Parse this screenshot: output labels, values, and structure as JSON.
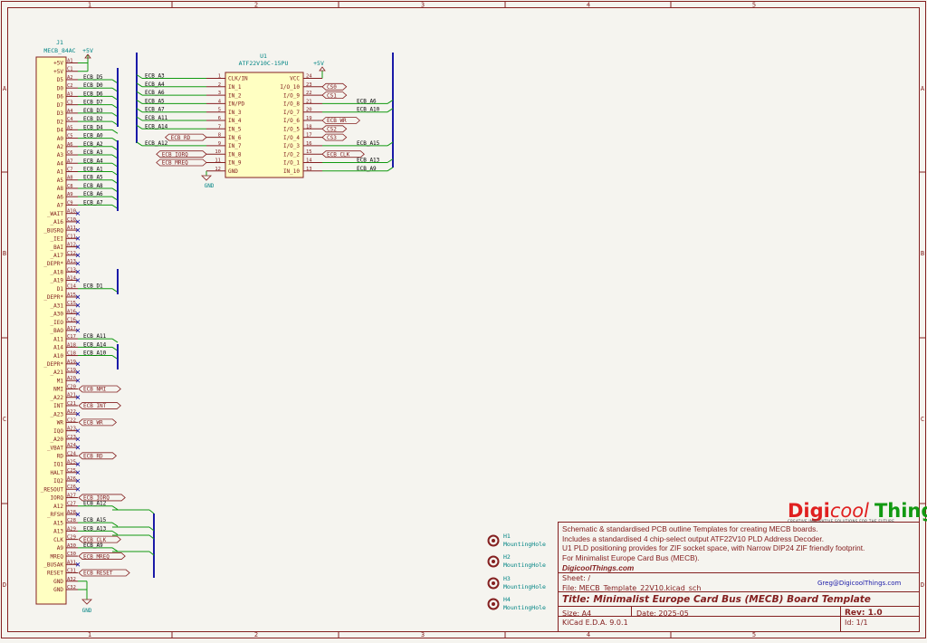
{
  "frame": {
    "columns": [
      "1",
      "2",
      "3",
      "4",
      "5"
    ],
    "rows": [
      "A",
      "B",
      "C",
      "D"
    ]
  },
  "j1": {
    "ref": "J1",
    "value": "MECB_84AC",
    "pwr_label": "+5V",
    "gnd_label": "GND",
    "pins": [
      {
        "name": "+5V",
        "num": "A1"
      },
      {
        "name": "+5V",
        "num": "C1"
      },
      {
        "name": "D5",
        "num": "A2",
        "net": "ECB_D5"
      },
      {
        "name": "D0",
        "num": "C2",
        "net": "ECB_D0"
      },
      {
        "name": "D6",
        "num": "A3",
        "net": "ECB_D6"
      },
      {
        "name": "D7",
        "num": "C3",
        "net": "ECB_D7"
      },
      {
        "name": "D3",
        "num": "A4",
        "net": "ECB_D3"
      },
      {
        "name": "D2",
        "num": "C4",
        "net": "ECB_D2"
      },
      {
        "name": "D4",
        "num": "A5",
        "net": "ECB_D4"
      },
      {
        "name": "A0",
        "num": "C5",
        "net": "ECB_A0"
      },
      {
        "name": "A2",
        "num": "A6",
        "net": "ECB_A2"
      },
      {
        "name": "A3",
        "num": "C6",
        "net": "ECB_A3"
      },
      {
        "name": "A4",
        "num": "A7",
        "net": "ECB_A4"
      },
      {
        "name": "A1",
        "num": "C7",
        "net": "ECB_A1"
      },
      {
        "name": "A5",
        "num": "A8",
        "net": "ECB_A5"
      },
      {
        "name": "A8",
        "num": "C8",
        "net": "ECB_A8"
      },
      {
        "name": "A6",
        "num": "A9",
        "net": "ECB_A6"
      },
      {
        "name": "A7",
        "num": "C9",
        "net": "ECB_A7"
      },
      {
        "name": "_WAIT",
        "num": "A10",
        "nc": true
      },
      {
        "name": "_A16",
        "num": "C10",
        "nc": true
      },
      {
        "name": "_BUSRQ",
        "num": "A11",
        "nc": true
      },
      {
        "name": "_IEI",
        "num": "C11",
        "nc": true
      },
      {
        "name": "_BAI",
        "num": "A12",
        "nc": true
      },
      {
        "name": "_A17",
        "num": "C12",
        "nc": true
      },
      {
        "name": "_DEPR*",
        "num": "A13",
        "nc": true
      },
      {
        "name": "_A18",
        "num": "C13",
        "nc": true
      },
      {
        "name": "_A19",
        "num": "A14",
        "nc": true
      },
      {
        "name": "D1",
        "num": "C14",
        "net": "ECB_D1"
      },
      {
        "name": "_DEPR*",
        "num": "A15",
        "nc": true
      },
      {
        "name": "_A31",
        "num": "C15",
        "nc": true
      },
      {
        "name": "_A30",
        "num": "A16",
        "nc": true
      },
      {
        "name": "_IEO",
        "num": "C16",
        "nc": true
      },
      {
        "name": "_BAO",
        "num": "A17",
        "nc": true
      },
      {
        "name": "A11",
        "num": "C17",
        "net": "ECB_A11"
      },
      {
        "name": "A14",
        "num": "A18",
        "net": "ECB_A14"
      },
      {
        "name": "A10",
        "num": "C18",
        "net": "ECB_A10"
      },
      {
        "name": "_DEPR*",
        "num": "A19",
        "nc": true
      },
      {
        "name": "_A21",
        "num": "C19",
        "nc": true
      },
      {
        "name": "M1",
        "num": "A20",
        "nc": true
      },
      {
        "name": "NMI",
        "num": "C20",
        "net": "ECB_NMI",
        "hier": true
      },
      {
        "name": "_A22",
        "num": "A21",
        "nc": true
      },
      {
        "name": "INT",
        "num": "C21",
        "net": "ECB_INT",
        "hier": true
      },
      {
        "name": "_A23",
        "num": "A22",
        "nc": true
      },
      {
        "name": "WR",
        "num": "C22",
        "net": "ECB_WR",
        "hier": true
      },
      {
        "name": "IQO",
        "num": "A23",
        "nc": true
      },
      {
        "name": "_A20",
        "num": "C23",
        "nc": true
      },
      {
        "name": "_VBAT",
        "num": "A24",
        "nc": true
      },
      {
        "name": "RD",
        "num": "C24",
        "net": "ECB_RD",
        "hier": true
      },
      {
        "name": "IQ1",
        "num": "A25",
        "nc": true
      },
      {
        "name": "HALT",
        "num": "C25",
        "nc": true
      },
      {
        "name": "IQ2",
        "num": "A26",
        "nc": true
      },
      {
        "name": "_RESOUT",
        "num": "C26",
        "nc": true
      },
      {
        "name": "IORQ",
        "num": "A27",
        "net": "ECB_IORQ",
        "hier": true
      },
      {
        "name": "A12",
        "num": "C27",
        "net": "ECB_A12"
      },
      {
        "name": "_RFSH",
        "num": "A28",
        "nc": true
      },
      {
        "name": "A15",
        "num": "C28",
        "net": "ECB_A15"
      },
      {
        "name": "A13",
        "num": "A29",
        "net": "ECB_A13"
      },
      {
        "name": "CLK",
        "num": "C29",
        "net": "ECB_CLK",
        "hier": true
      },
      {
        "name": "A9",
        "num": "A30",
        "net": "ECB_A9"
      },
      {
        "name": "MREQ",
        "num": "C30",
        "net": "ECB_MREQ",
        "hier": true
      },
      {
        "name": "_BUSAK",
        "num": "A31",
        "nc": true
      },
      {
        "name": "RESET",
        "num": "C31",
        "net": "ECB_RESET",
        "hier": true
      },
      {
        "name": "GND",
        "num": "A32"
      },
      {
        "name": "GND",
        "num": "C32"
      }
    ]
  },
  "u1": {
    "ref": "U1",
    "value": "ATF22V10C-15PU",
    "vcc_label": "+5V",
    "gnd_label": "GND",
    "left_pins": [
      {
        "num": "1",
        "name": "CLK/IN",
        "net": "ECB_A3"
      },
      {
        "num": "2",
        "name": "IN_1",
        "net": "ECB_A4"
      },
      {
        "num": "3",
        "name": "IN_2",
        "net": "ECB_A6"
      },
      {
        "num": "4",
        "name": "IN/PD",
        "net": "ECB_A5"
      },
      {
        "num": "5",
        "name": "IN_3",
        "net": "ECB_A7"
      },
      {
        "num": "6",
        "name": "IN_4",
        "net": "ECB_A11"
      },
      {
        "num": "7",
        "name": "IN_5",
        "net": "ECB_A14"
      },
      {
        "num": "8",
        "name": "IN_6",
        "net": "ECB_RD",
        "hier": true
      },
      {
        "num": "9",
        "name": "IN_7",
        "net": "ECB_A12"
      },
      {
        "num": "10",
        "name": "IN_8",
        "net": "ECB_IORQ",
        "hier": true
      },
      {
        "num": "11",
        "name": "IN_9",
        "net": "ECB_MREQ",
        "hier": true
      },
      {
        "num": "12",
        "name": "GND"
      }
    ],
    "right_pins": [
      {
        "num": "24",
        "name": "VCC"
      },
      {
        "num": "23",
        "name": "I/O_10",
        "net": "CS0",
        "hier": true
      },
      {
        "num": "22",
        "name": "I/O_9",
        "net": "CS1",
        "hier": true
      },
      {
        "num": "21",
        "name": "I/O_8",
        "net": "ECB_A6"
      },
      {
        "num": "20",
        "name": "I/O_7",
        "net": "ECB_A10"
      },
      {
        "num": "19",
        "name": "I/O_6",
        "net": "ECB_WR",
        "hier": true
      },
      {
        "num": "18",
        "name": "I/O_5",
        "net": "CS2",
        "hier": true
      },
      {
        "num": "17",
        "name": "I/O_4",
        "net": "CS3",
        "hier": true
      },
      {
        "num": "16",
        "name": "I/O_3",
        "net": "ECB_A15"
      },
      {
        "num": "15",
        "name": "I/O_2",
        "net": "ECB_CLK",
        "hier": true
      },
      {
        "num": "14",
        "name": "I/O_1",
        "net": "ECB_A13"
      },
      {
        "num": "13",
        "name": "IN_10",
        "net": "ECB_A9"
      }
    ]
  },
  "holes": [
    {
      "ref": "H1",
      "value": "MountingHole"
    },
    {
      "ref": "H2",
      "value": "MountingHole"
    },
    {
      "ref": "H3",
      "value": "MountingHole"
    },
    {
      "ref": "H4",
      "value": "MountingHole"
    }
  ],
  "title_block": {
    "logo_part1": "Digi",
    "logo_part2": "cool",
    "logo_part3": "Things",
    "logo_tagline": "CREATIVE INNOVATIVE SOLUTIONS FOR THE FUTURE",
    "description": [
      "Schematic & standardised PCB outline Templates for creating MECB boards.",
      "Includes a standardised 4 chip-select output ATF22V10 PLD Address Decoder.",
      "U1 PLD positioning provides for ZIF socket space, with Narrow DIP24 ZIF friendly footprint.",
      "For Minimalist Europe Card Bus (MECB)."
    ],
    "website": "DigicoolThings.com",
    "email": "Greg@DigicoolThings.com",
    "sheet": "Sheet: /",
    "file": "File: MECB_Template_22V10.kicad_sch",
    "title": "Title: Minimalist Europe Card Bus (MECB) Board Template",
    "size": "Size: A4",
    "date": "Date: 2025-05",
    "rev": "Rev: 1.0",
    "tool": "KiCad E.D.A. 9.0.1",
    "id": "Id: 1/1"
  },
  "colors": {
    "frame": "#842020",
    "wire": "#119911",
    "bus": "#1a1aa8",
    "body_fill": "#ffffc2",
    "body_stroke": "#842020",
    "pin": "#842020",
    "pin_text": "#842020",
    "net_label": "#000000",
    "hier": "#842020",
    "power": "#842020",
    "pwr_text": "#008484",
    "refdes": "#008484",
    "logo_red": "#e02020",
    "logo_green": "#119911"
  }
}
